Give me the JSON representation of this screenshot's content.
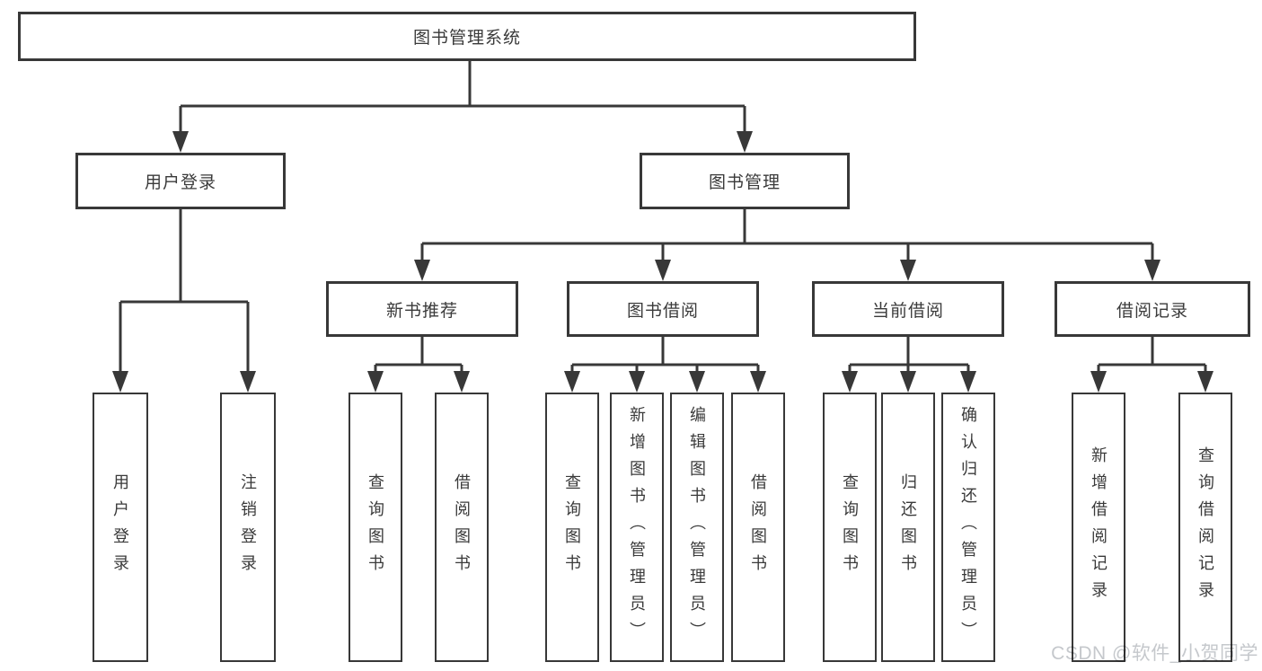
{
  "diagram_title": "图书管理系统",
  "tree": {
    "label": "图书管理系统",
    "children": [
      {
        "label": "用户登录",
        "children": [
          {
            "label": "用户登录"
          },
          {
            "label": "注销登录"
          }
        ]
      },
      {
        "label": "图书管理",
        "children": [
          {
            "label": "新书推荐",
            "children": [
              {
                "label": "查询图书"
              },
              {
                "label": "借阅图书"
              }
            ]
          },
          {
            "label": "图书借阅",
            "children": [
              {
                "label": "查询图书"
              },
              {
                "label": "新增图书（管理员）"
              },
              {
                "label": "编辑图书（管理员）"
              },
              {
                "label": "借阅图书"
              }
            ]
          },
          {
            "label": "当前借阅",
            "children": [
              {
                "label": "查询图书"
              },
              {
                "label": "归还图书"
              },
              {
                "label": "确认归还（管理员）"
              }
            ]
          },
          {
            "label": "借阅记录",
            "children": [
              {
                "label": "新增借阅记录"
              },
              {
                "label": "查询借阅记录"
              }
            ]
          }
        ]
      }
    ]
  },
  "watermark": {
    "text": "CSDN @软件_小贺同学"
  },
  "colors": {
    "line": "#383838",
    "box_border": "#383838",
    "text": "#3a3a3a",
    "watermark": "#c5c8cc",
    "background": "#ffffff"
  }
}
